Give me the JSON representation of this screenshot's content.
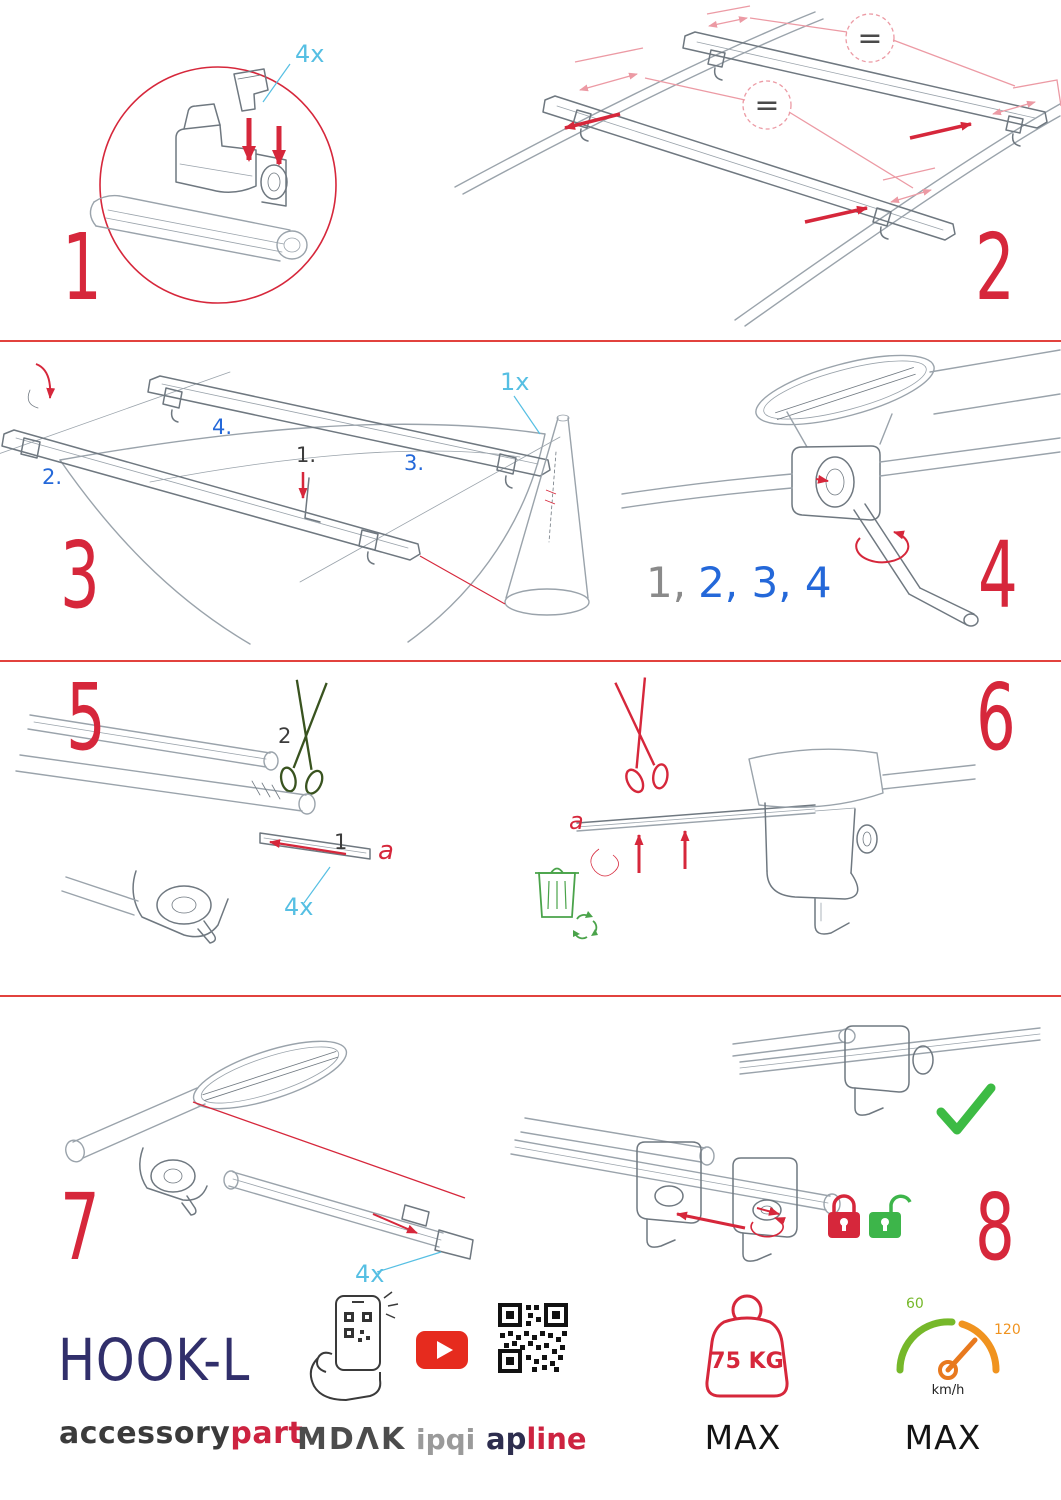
{
  "steps": {
    "one": "1",
    "two": "2",
    "three": "3",
    "four": "4",
    "five": "5",
    "six": "6",
    "seven": "7",
    "eight": "8"
  },
  "labels": {
    "qty4x_step1": "4x",
    "equal_top": "=",
    "equal_mid": "=",
    "qty1x_step3": "1x",
    "sub1": "1.",
    "sub2": "2.",
    "sub3": "3.",
    "sub4": "4.",
    "seq_gray": "1,",
    "seq_blue": "2, 3, 4",
    "s5_two": "2",
    "s5_one": "1",
    "s5_a": "a",
    "s5_qty": "4x",
    "s6_a": "a",
    "s7_qty": "4x"
  },
  "footer": {
    "product": "HOOK-L",
    "brand_dark": "accessory",
    "brand_red": "part",
    "logo_mdak": "MDΛK",
    "logo_ipqi": "ipqi",
    "logo_ap": "ap",
    "logo_line": "line",
    "weight": "75 KG",
    "weight_max": "MAX",
    "speed_low": "60",
    "speed_high": "120",
    "speed_unit": "km/h",
    "speed_max": "MAX"
  },
  "colors": {
    "accent_red": "#d6273b",
    "accent_blue": "#2468d9",
    "accent_cyan": "#56bfe3",
    "accent_green": "#3dbb44",
    "brand_navy": "#312f6b"
  }
}
